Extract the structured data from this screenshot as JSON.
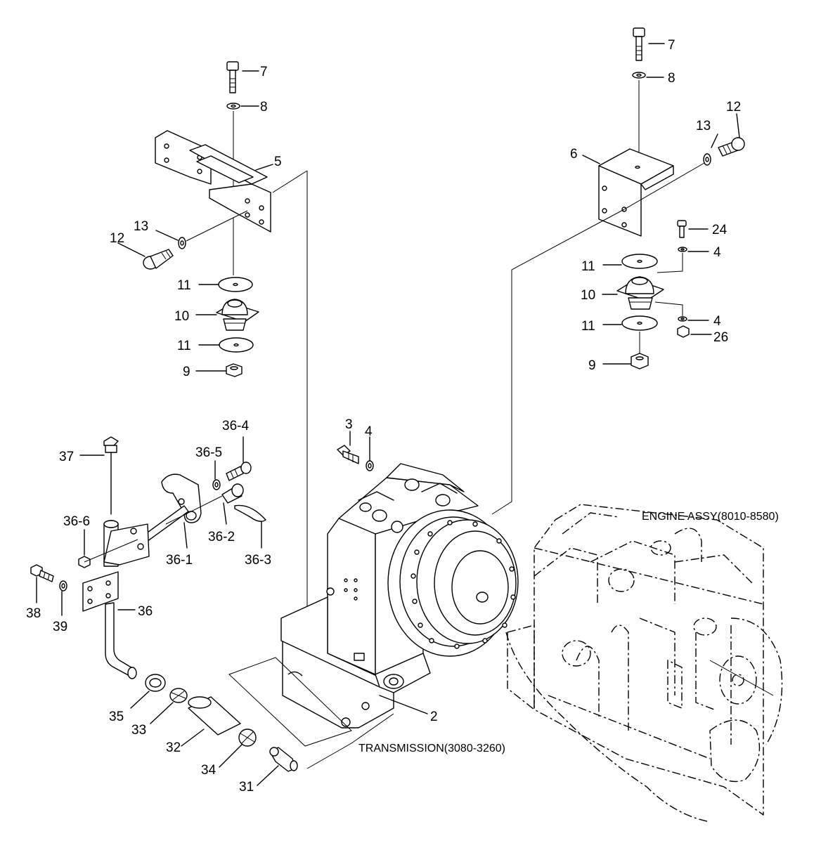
{
  "callouts": {
    "c7a": "7",
    "c8a": "8",
    "c5": "5",
    "c13a": "13",
    "c12a": "12",
    "c11a": "11",
    "c10a": "10",
    "c11b": "11",
    "c9a": "9",
    "c7b": "7",
    "c8b": "8",
    "c12b": "12",
    "c13b": "13",
    "c6": "6",
    "c24": "24",
    "c4a": "4",
    "c11c": "11",
    "c10b": "10",
    "c4b": "4",
    "c11d": "11",
    "c26": "26",
    "c9b": "9",
    "c3": "3",
    "c4c": "4",
    "c364": "36-4",
    "c365": "36-5",
    "c37": "37",
    "c366": "36-6",
    "c362": "36-2",
    "c361": "36-1",
    "c363": "36-3",
    "c38": "38",
    "c39": "39",
    "c36": "36",
    "c35": "35",
    "c33": "33",
    "c32": "32",
    "c34": "34",
    "c31": "31",
    "c2": "2"
  },
  "labels": {
    "engine": "ENGINE ASSY(8010-8580)",
    "transmission": "TRANSMISSION(3080-3260)"
  }
}
